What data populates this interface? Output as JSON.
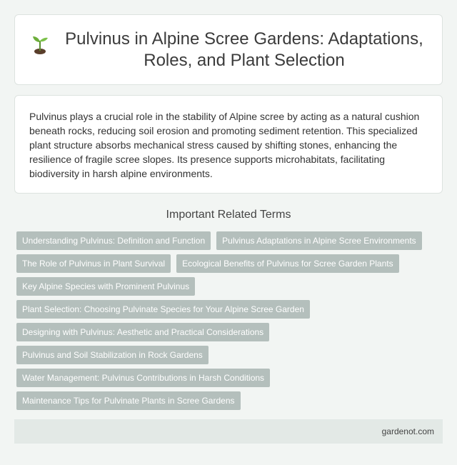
{
  "header": {
    "icon": "sprout-icon",
    "title": "Pulvinus in Alpine Scree Gardens: Adaptations, Roles, and Plant Selection"
  },
  "summary": "Pulvinus plays a crucial role in the stability of Alpine scree by acting as a natural cushion beneath rocks, reducing soil erosion and promoting sediment retention. This specialized plant structure absorbs mechanical stress caused by shifting stones, enhancing the resilience of fragile scree slopes. Its presence supports microhabitats, facilitating biodiversity in harsh alpine environments.",
  "related": {
    "heading": "Important Related Terms",
    "tags": [
      "Understanding Pulvinus: Definition and Function",
      "Pulvinus Adaptations in Alpine Scree Environments",
      "The Role of Pulvinus in Plant Survival",
      "Ecological Benefits of Pulvinus for Scree Garden Plants",
      "Key Alpine Species with Prominent Pulvinus",
      "Plant Selection: Choosing Pulvinate Species for Your Alpine Scree Garden",
      "Designing with Pulvinus: Aesthetic and Practical Considerations",
      "Pulvinus and Soil Stabilization in Rock Gardens",
      "Water Management: Pulvinus Contributions in Harsh Conditions",
      "Maintenance Tips for Pulvinate Plants in Scree Gardens"
    ]
  },
  "footer": {
    "site": "gardenot.com"
  },
  "colors": {
    "tag_bg": "#b4bfbc",
    "page_bg": "#f2f5f3",
    "footer_bg": "#e3e9e6"
  }
}
